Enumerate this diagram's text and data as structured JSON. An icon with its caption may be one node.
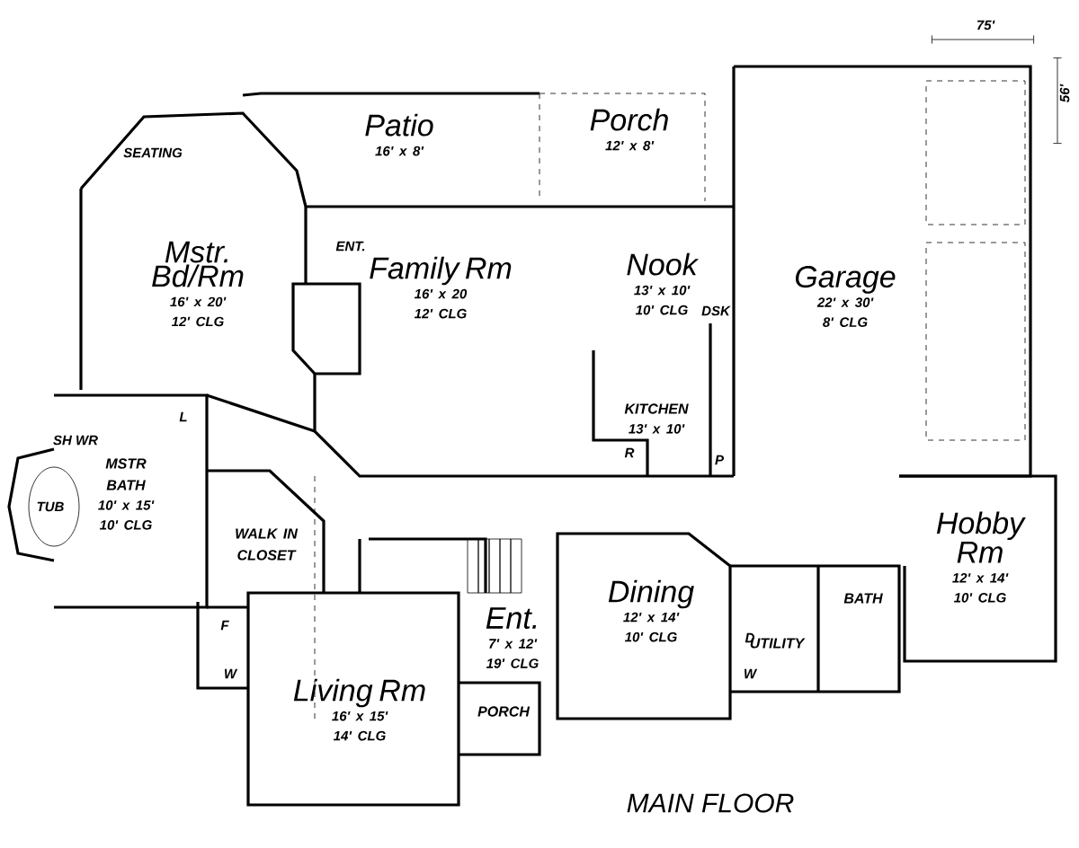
{
  "diagram": {
    "caption": "MAIN FLOOR",
    "nodes": [
      {
        "text": [
          "Patio",
          "16' x 8'"
        ]
      },
      {
        "text": [
          "Porch",
          "12' x 8'"
        ]
      },
      {
        "text": [
          "Mstr. Bd/Rm",
          "16' x 20'",
          "12' CLG"
        ]
      },
      {
        "text": [
          "Family Rm",
          "16' x 20",
          "12' CLG"
        ]
      },
      {
        "text": [
          "Nook",
          "13' x 10'",
          "10' CLG"
        ]
      },
      {
        "text": [
          "Garage",
          "22' x 30'",
          "8' CLG"
        ]
      },
      {
        "text": [
          "KITCHEN",
          "13' x 10'"
        ]
      },
      {
        "text": [
          "MSTR BATH",
          "10' x 15'",
          "10' CLG"
        ]
      },
      {
        "text": [
          "WALK IN CLOSET"
        ]
      },
      {
        "text": [
          "Hobby Rm",
          "12' x 14'",
          "10' CLG"
        ]
      },
      {
        "text": [
          "Dining",
          "12' x 14'",
          "10' CLG"
        ]
      },
      {
        "text": [
          "Ent.",
          "7' x 12'",
          "19' CLG"
        ]
      },
      {
        "text": [
          "Living Rm",
          "16' x 15'",
          "14' CLG"
        ]
      },
      {
        "text": [
          "BATH"
        ]
      },
      {
        "text": [
          "UTILITY"
        ]
      },
      {
        "text": [
          "PORCH"
        ]
      }
    ],
    "labels": [
      "75'",
      "56'",
      "SEATING",
      "ENT.",
      "DSK",
      "SH WR",
      "L",
      "TUB",
      "P",
      "R",
      "D",
      "W",
      "F",
      "W"
    ]
  }
}
